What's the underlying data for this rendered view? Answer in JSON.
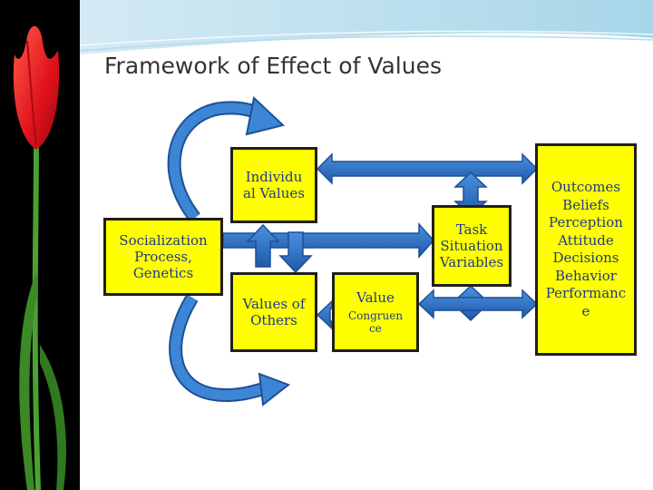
{
  "slide": {
    "title": "Framework of Effect of Values"
  },
  "nodes": {
    "individual_values": "Individu\nal Values",
    "socialization": "Socialization\nProcess,\nGenetics",
    "values_of_others": "Values of\nOthers",
    "value_congruence_main": "Value",
    "value_congruence_sub": "Congruen\nce",
    "task_situation": "Task\nSituation\nVariables",
    "outcomes": "Outcomes\nBeliefs\nPerception\nAttitude\nDecisions\nBehavior\nPerformanc\ne"
  },
  "colors": {
    "box_fill": "#ffff00",
    "box_text": "#1f3a8a",
    "arrow": "#2e74c9",
    "tulip_red": "#e8202a",
    "stem_green": "#3a9a2a"
  }
}
